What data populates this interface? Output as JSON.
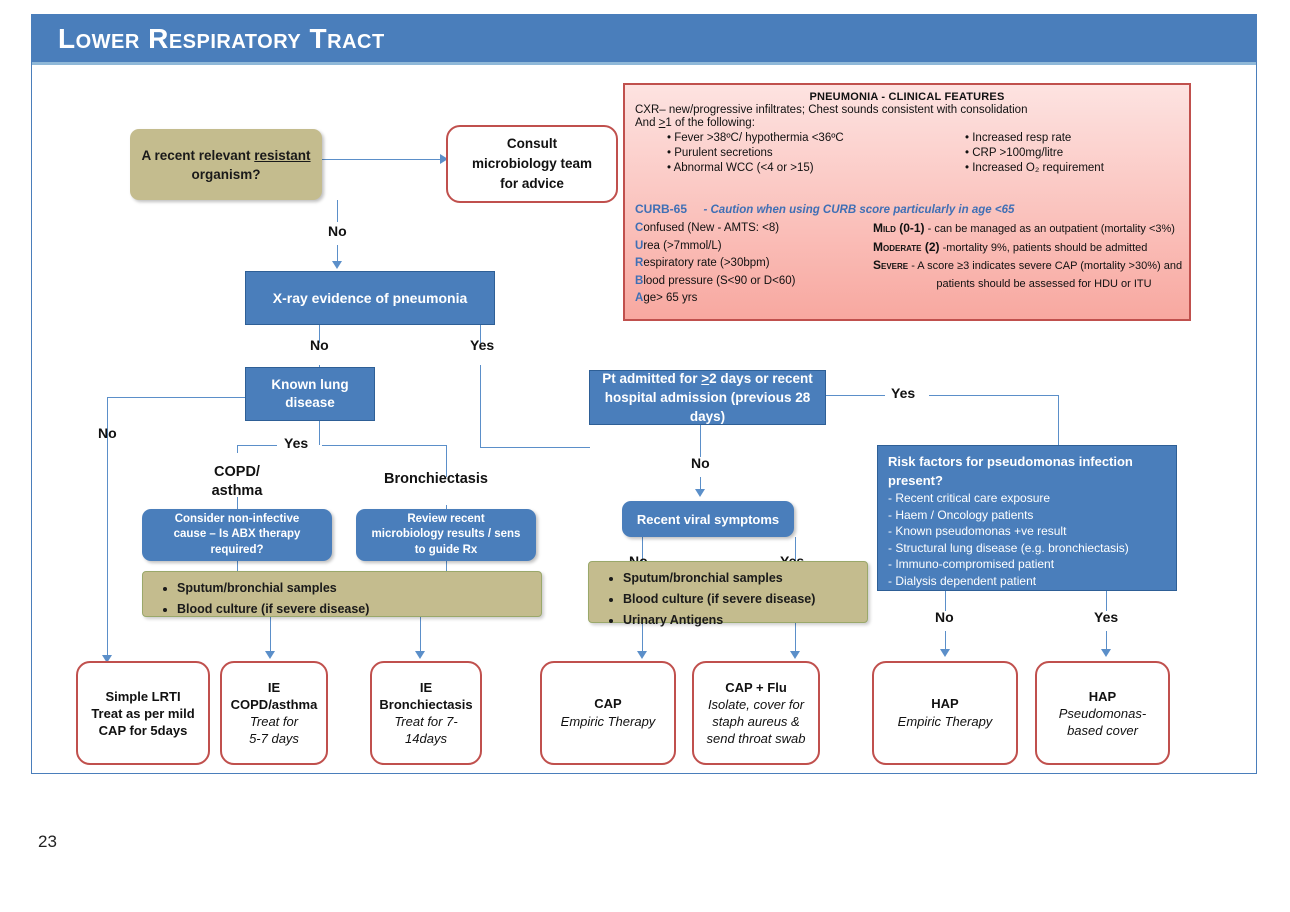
{
  "slide": {
    "title": "Lower Respiratory Tract",
    "page_number": "23"
  },
  "colors": {
    "header_blue": "#4A7EBB",
    "node_blue": "#4A7EBB",
    "khaki": "#C4BC8E",
    "outcome_border_red": "#C0504D",
    "connector_blue": "#5B8FC9",
    "panel_pink_top": "#FDE3E1",
    "panel_pink_bottom": "#F8A8A0",
    "curb_accent": "#3F6FB5"
  },
  "nodes": {
    "resistant_organism": "A recent relevant resistant organism?",
    "resistant_organism_underline": "resistant",
    "consult_micro": "Consult microbiology team for advice",
    "xray": "X-ray evidence of pneumonia",
    "known_lung_disease": "Known lung disease",
    "copd_asthma": "COPD/ asthma",
    "bronchiectasis": "Bronchiectasis",
    "consider_non_infective": "Consider non-infective cause – Is ABX therapy required?",
    "review_micro": "Review recent microbiology results / sens to guide Rx",
    "pt_admitted": "Pt admitted for >2 days or recent hospital admission (previous 28 days)",
    "recent_viral": "Recent viral symptoms"
  },
  "sample_box_left": {
    "items": [
      "Sputum/bronchial samples",
      "Blood culture (if severe disease)"
    ]
  },
  "sample_box_mid": {
    "items": [
      "Sputum/bronchial samples",
      "Blood culture (if severe disease)",
      "Urinary Antigens"
    ]
  },
  "risk_factors": {
    "heading_line1": "Risk factors for pseudomonas infection",
    "heading_line2": "present?",
    "items": [
      "-  Recent critical care exposure",
      "-  Haem / Oncology patients",
      "-  Known pseudomonas +ve result",
      "-  Structural lung disease (e.g. bronchiectasis)",
      "-  Immuno-compromised patient",
      "-  Dialysis dependent patient"
    ]
  },
  "edge_labels": {
    "no_resistant": "No",
    "xray_no": "No",
    "xray_yes": "Yes",
    "lung_no": "No",
    "lung_yes": "Yes",
    "admitted_no": "No",
    "admitted_yes": "Yes",
    "viral_no": "No",
    "viral_yes": "Yes",
    "risk_no": "No",
    "risk_yes": "Yes"
  },
  "outcomes": [
    {
      "head": "Simple LRTI",
      "sub1": "Treat as per mild",
      "sub2": "CAP for 5days",
      "sub_style": "bold"
    },
    {
      "head": "IE",
      "head2": "COPD/asthma",
      "sub1": "Treat for",
      "sub2": "5-7 days",
      "sub_style": "italic"
    },
    {
      "head": "IE",
      "head2": "Bronchiectasis",
      "sub1": "Treat for 7-",
      "sub2": "14days",
      "sub_style": "italic"
    },
    {
      "head": "CAP",
      "sub1": "Empiric Therapy",
      "sub_style": "italic"
    },
    {
      "head": "CAP + Flu",
      "sub1": "Isolate, cover for",
      "sub2": "staph aureus &",
      "sub3": "send throat swab",
      "sub_style": "italic"
    },
    {
      "head": "HAP",
      "sub1": "Empiric Therapy",
      "sub_style": "italic"
    },
    {
      "head": "HAP",
      "sub1": "Pseudomonas-",
      "sub2": "based cover",
      "sub_style": "italic"
    }
  ],
  "pneumonia_panel": {
    "heading": "PNEUMONIA - CLINICAL FEATURES",
    "line1": "CXR– new/progressive infiltrates; Chest sounds consistent with consolidation",
    "line2": "And >1 of the following:",
    "bullets_left": [
      "Fever >38ºC/ hypothermia <36ºC",
      "Purulent secretions",
      "Abnormal WCC (<4 or >15)"
    ],
    "bullets_right": [
      "Increased resp rate",
      "CRP >100mg/litre",
      "Increased O₂ requirement"
    ],
    "curb_title": "CURB-65",
    "curb_caution": "- Caution when using CURB score particularly in age <65",
    "curb_criteria": [
      {
        "letter": "C",
        "rest": "onfused (New - AMTS: <8)"
      },
      {
        "letter": "U",
        "rest": "rea (>7mmol/L)"
      },
      {
        "letter": "R",
        "rest": "espiratory rate (>30bpm)"
      },
      {
        "letter": "B",
        "rest": "lood pressure (S<90 or D<60)"
      },
      {
        "letter": "A",
        "rest": "ge> 65 yrs"
      }
    ],
    "severity": [
      {
        "label": "Mild (0-1)",
        "text": "- can be managed as an outpatient (mortality <3%)"
      },
      {
        "label": "Moderate (2)",
        "text": "-mortality 9%, patients should be admitted"
      },
      {
        "label": "Severe",
        "text": "- A score ≥3 indicates severe CAP (mortality >30%) and"
      },
      {
        "label": "",
        "text": "patients should be assessed for HDU or ITU"
      }
    ]
  }
}
